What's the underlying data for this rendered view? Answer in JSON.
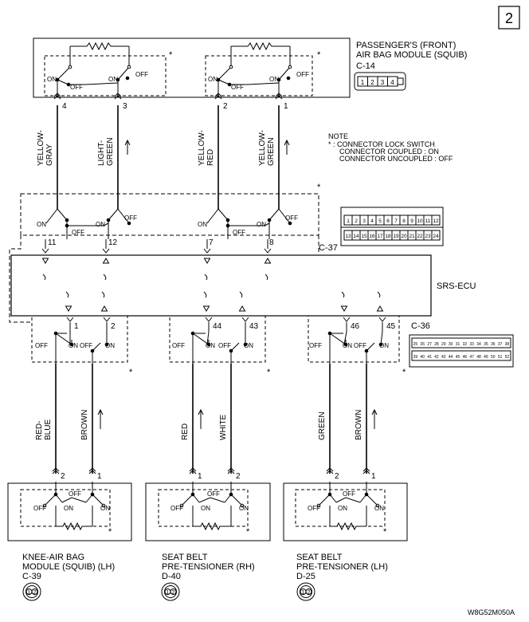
{
  "page_number": "2",
  "passenger_module": {
    "title_line1": "PASSENGER'S (FRONT)",
    "title_line2": "AIR BAG MODULE (SQUIB)",
    "connector": "C-14",
    "connector_pins": [
      "1",
      "2",
      "3",
      "4"
    ],
    "pins": [
      "4",
      "3",
      "2",
      "1"
    ]
  },
  "switch_labels": {
    "on": "ON",
    "off": "OFF",
    "star": "*"
  },
  "note": {
    "heading": "NOTE",
    "line1": "* : CONNECTOR LOCK SWITCH",
    "line2": "CONNECTOR COUPLED : ON",
    "line3": "CONNECTOR UNCOUPLED : OFF"
  },
  "upper_wires": [
    {
      "line1": "YELLOW-",
      "line2": "GRAY"
    },
    {
      "line1": "LIGHT-",
      "line2": "GREEN"
    },
    {
      "line1": "YELLOW-",
      "line2": "RED"
    },
    {
      "line1": "YELLOW-",
      "line2": "GREEN"
    }
  ],
  "srs_ecu": {
    "label": "SRS-ECU",
    "connector_top": "C-37",
    "connector_bottom": "C-36",
    "top_pins": [
      "11",
      "12",
      "7",
      "8"
    ],
    "bottom_pins": [
      "1",
      "2",
      "44",
      "43",
      "46",
      "45"
    ],
    "c37_row1": [
      "1",
      "2",
      "3",
      "4",
      "5",
      "6",
      "7",
      "8",
      "9",
      "10",
      "11",
      "12"
    ],
    "c37_row2": [
      "13",
      "14",
      "15",
      "16",
      "17",
      "18",
      "19",
      "20",
      "21",
      "22",
      "23",
      "24"
    ],
    "c36_row1": [
      "25",
      "26",
      "27",
      "28",
      "29",
      "30",
      "31",
      "32",
      "33",
      "34",
      "35",
      "36",
      "37",
      "38"
    ],
    "c36_row2": [
      "39",
      "40",
      "41",
      "42",
      "43",
      "44",
      "45",
      "46",
      "47",
      "48",
      "49",
      "50",
      "51",
      "52"
    ]
  },
  "lower_wires": [
    {
      "line1": "RED-",
      "line2": "BLUE"
    },
    {
      "line1": "BROWN",
      "line2": ""
    },
    {
      "line1": "RED",
      "line2": ""
    },
    {
      "line1": "WHITE",
      "line2": ""
    },
    {
      "line1": "GREEN",
      "line2": ""
    },
    {
      "line1": "BROWN",
      "line2": ""
    }
  ],
  "bottom_modules": [
    {
      "line1": "KNEE-AIR BAG",
      "line2": "MODULE (SQUIB) (LH)",
      "connector": "C-39",
      "pins": [
        "2",
        "1"
      ]
    },
    {
      "line1": "SEAT BELT",
      "line2": "PRE-TENSIONER (RH)",
      "connector": "D-40",
      "pins": [
        "1",
        "2"
      ]
    },
    {
      "line1": "SEAT BELT",
      "line2": "PRE-TENSIONER (LH)",
      "connector": "D-25",
      "pins": [
        "2",
        "1"
      ]
    }
  ],
  "round_connector_pins": [
    "1",
    "2"
  ],
  "drawing_code": "W8G52M050A"
}
